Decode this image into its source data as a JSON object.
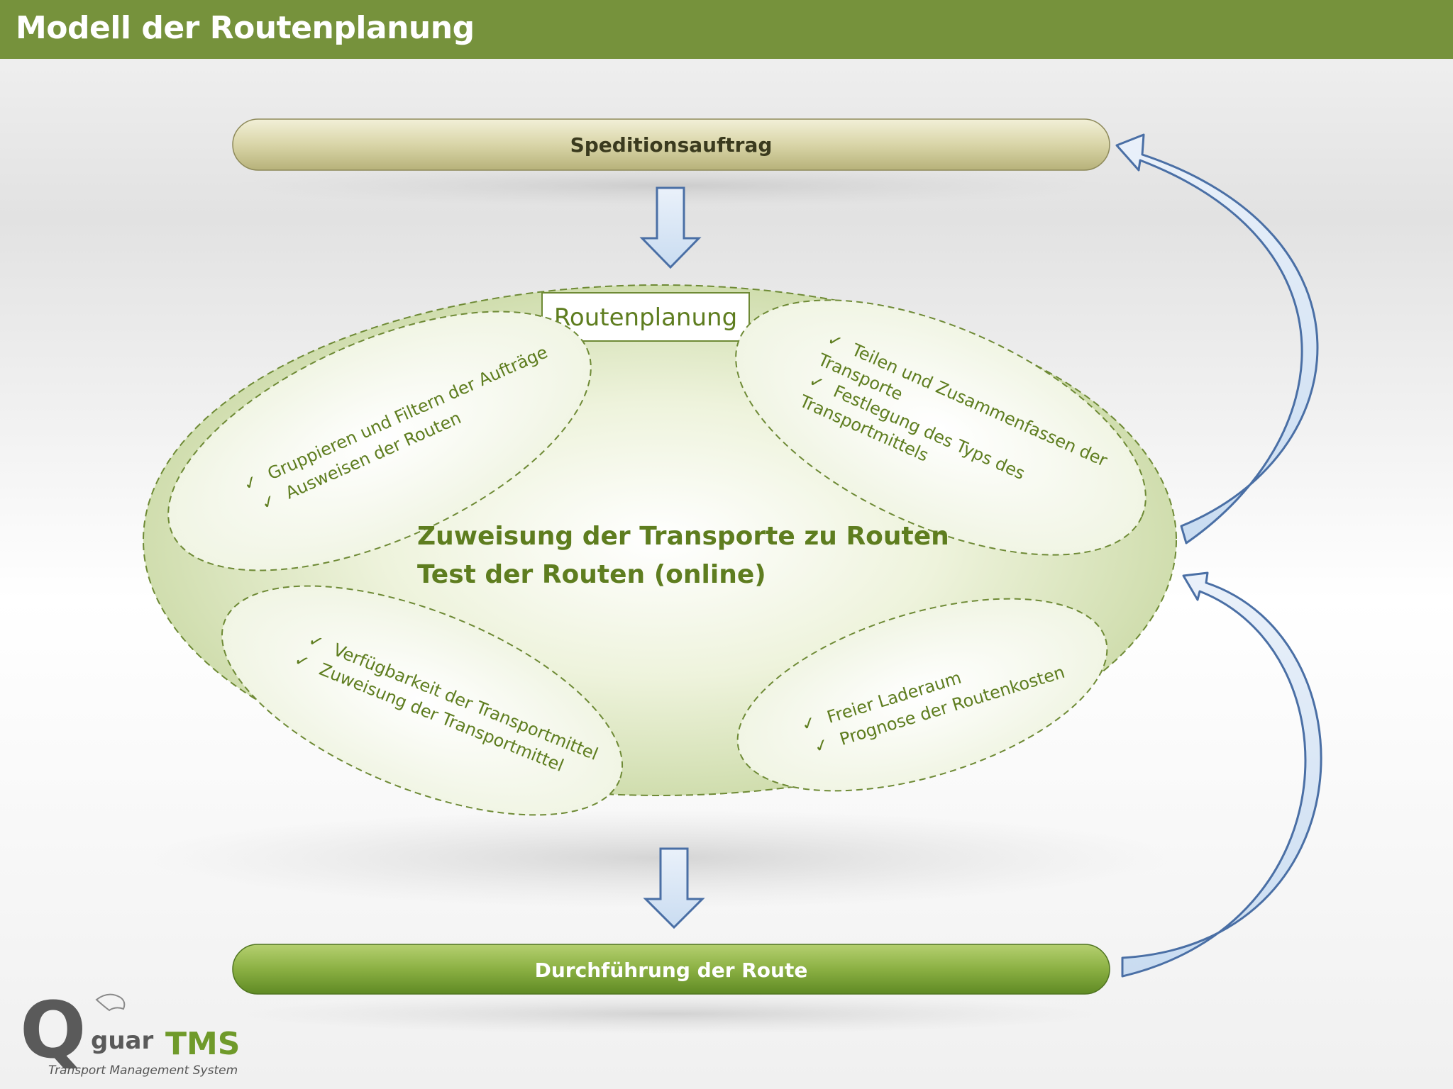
{
  "page": {
    "title": "Modell der Routenplanung"
  },
  "colors": {
    "title_bar": "#76923c",
    "accent_green": "#5e7d1f",
    "bar_top_fill": "#d6d2a4",
    "bar_bottom_fill": "#82a93c",
    "arrow_fill": "#dce8f6",
    "arrow_stroke": "#4a6fa5"
  },
  "diagram": {
    "top_bar": {
      "label": "Speditionsauftrag"
    },
    "main_ellipse": {
      "tab_label": "Routenplanung",
      "center_line1": "Zuweisung der Transporte zu Routen",
      "center_line2": "Test der Routen (online)"
    },
    "sub_top_left": {
      "items": [
        "Gruppieren und Filtern der Aufträge",
        "Ausweisen der Routen"
      ]
    },
    "sub_top_right": {
      "lines": [
        "Teilen und Zusammenfassen der",
        "Transporte",
        "Festlegung des Typs des",
        "Transportmittels"
      ]
    },
    "sub_bottom_left": {
      "items": [
        "Verfügbarkeit der Transportmittel",
        "Zuweisung der Transportmittel"
      ]
    },
    "sub_bottom_right": {
      "items": [
        "Freier Laderaum",
        "Prognose der Routenkosten"
      ]
    },
    "check_glyph": "✓",
    "bottom_bar": {
      "label": "Durchführung der Route"
    }
  },
  "logo": {
    "wordmark_q": "Q",
    "wordmark_guar": "guar",
    "wordmark_tms": "TMS",
    "tagline": "Transport Management System"
  }
}
